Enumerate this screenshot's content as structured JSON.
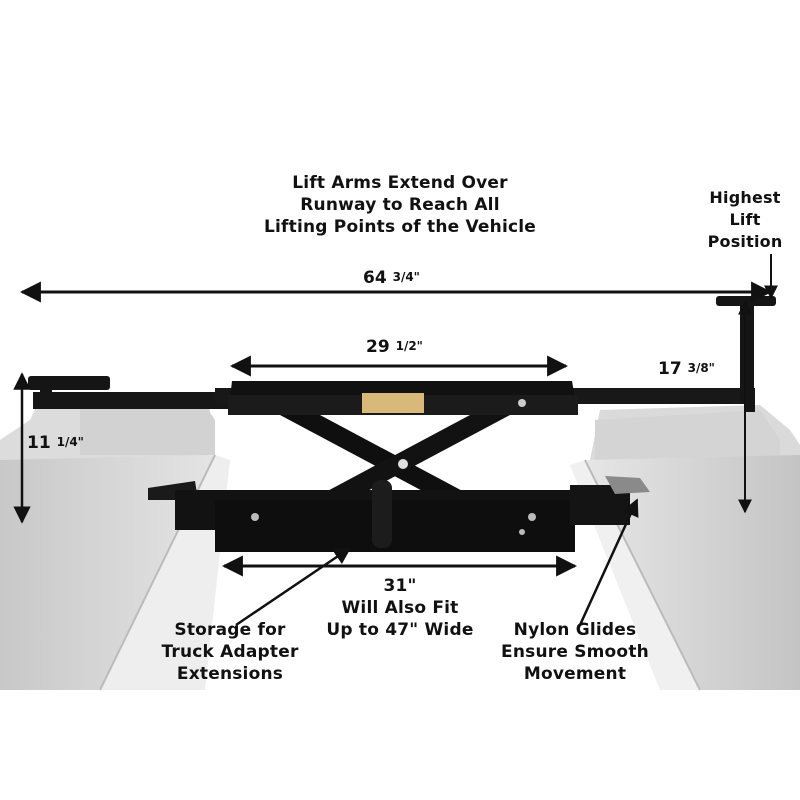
{
  "diagram": {
    "subject": "Rolling bridge jack on lift runways",
    "colors": {
      "background": "#ffffff",
      "jack_body": "#141414",
      "runway": "#d6d6d6",
      "runway_shadow": "#bdbdbd",
      "label_plate": "#d9b97a",
      "text": "#111111"
    }
  },
  "annotations": {
    "top_callout": {
      "lines": [
        "Lift Arms Extend Over",
        "Runway to Reach All",
        "Lifting Points of the Vehicle"
      ]
    },
    "highest_lift": {
      "lines": [
        "Highest",
        "Lift",
        "Position"
      ]
    },
    "storage": {
      "lines": [
        "Storage for",
        "Truck Adapter",
        "Extensions"
      ]
    },
    "width_note": {
      "value": "31\"",
      "lines": [
        "Will Also Fit",
        "Up to 47\" Wide"
      ]
    },
    "nylon_glides": {
      "lines": [
        "Nylon Glides",
        "Ensure Smooth",
        "Movement"
      ]
    }
  },
  "dimensions": {
    "overall_width": {
      "whole": "64",
      "fraction": "3/4\""
    },
    "platform_length": {
      "whole": "29",
      "fraction": "1/2\""
    },
    "highest_height": {
      "whole": "17",
      "fraction": "3/8\""
    },
    "arm_height": {
      "whole": "11",
      "fraction": "1/4\""
    },
    "base_width": {
      "whole": "31\""
    }
  }
}
